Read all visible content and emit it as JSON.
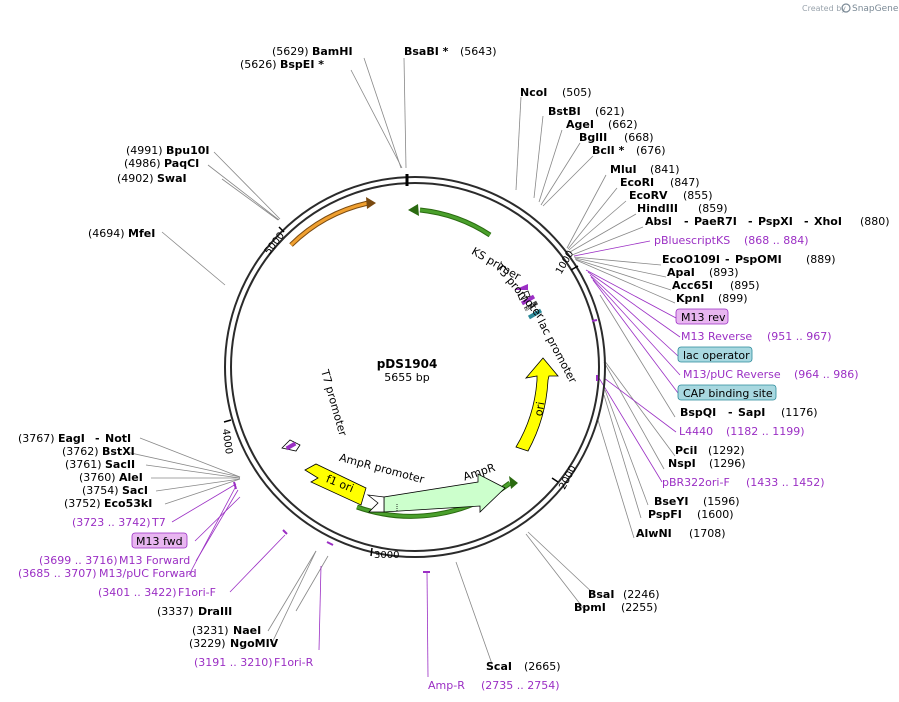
{
  "header": {
    "created_by": "Created by",
    "brand": "SnapGene"
  },
  "plasmid": {
    "name": "pDS1904",
    "size": "5655 bp"
  },
  "ticks": [
    "1000",
    "2000",
    "3000",
    "4000",
    "5000"
  ],
  "features": {
    "ks_primer": "KS primer",
    "t3_promoter": "T3 promoter",
    "lac_promoter": "lac promoter",
    "ori": "ori",
    "ampr": "AmpR",
    "ampr_promoter": "AmpR promoter",
    "f1_ori": "f1 ori",
    "t7_promoter": "T7 promoter",
    "mcs": "MCS"
  },
  "sites": {
    "s5629": {
      "pos": "(5629)",
      "name": "BamHI"
    },
    "s5626": {
      "pos": "(5626)",
      "name": "BspEI *"
    },
    "s5643": {
      "name": "BsaBI *",
      "pos": "(5643)"
    },
    "s505": {
      "name": "NcoI",
      "pos": "(505)"
    },
    "s621": {
      "name": "BstBI",
      "pos": "(621)"
    },
    "s662": {
      "name": "AgeI",
      "pos": "(662)"
    },
    "s668": {
      "name": "BglII",
      "pos": "(668)"
    },
    "s676": {
      "name": "BclI *",
      "pos": "(676)"
    },
    "s841": {
      "name": "MluI",
      "pos": "(841)"
    },
    "s847": {
      "name": "EcoRI",
      "pos": "(847)"
    },
    "s855": {
      "name": "EcoRV",
      "pos": "(855)"
    },
    "s859": {
      "name": "HindIII",
      "pos": "(859)"
    },
    "s880": {
      "name1": "AbsI",
      "name2": "PaeR7I",
      "name3": "PspXI",
      "name4": "XhoI",
      "pos": "(880)"
    },
    "s889": {
      "name1": "EcoO109I",
      "name2": "PspOMI",
      "pos": "(889)"
    },
    "s893": {
      "name": "ApaI",
      "pos": "(893)"
    },
    "s895": {
      "name": "Acc65I",
      "pos": "(895)"
    },
    "s899": {
      "name": "KpnI",
      "pos": "(899)"
    },
    "s1176": {
      "name1": "BspQI",
      "name2": "SapI",
      "pos": "(1176)"
    },
    "s1292": {
      "name": "PciI",
      "pos": "(1292)"
    },
    "s1296": {
      "name": "NspI",
      "pos": "(1296)"
    },
    "s1596": {
      "name": "BseYI",
      "pos": "(1596)"
    },
    "s1600": {
      "name": "PspFI",
      "pos": "(1600)"
    },
    "s1708": {
      "name": "AlwNI",
      "pos": "(1708)"
    },
    "s2246": {
      "name": "BsaI",
      "pos": "(2246)"
    },
    "s2255": {
      "name": "BpmI",
      "pos": "(2255)"
    },
    "s2665": {
      "name": "ScaI",
      "pos": "(2665)"
    },
    "s3337": {
      "pos": "(3337)",
      "name": "DraIII"
    },
    "s3231": {
      "pos": "(3231)",
      "name": "NaeI"
    },
    "s3229": {
      "pos": "(3229)",
      "name": "NgoMIV"
    },
    "s3767": {
      "pos": "(3767)",
      "name1": "EagI",
      "name2": "NotI"
    },
    "s3762": {
      "pos": "(3762)",
      "name": "BstXI"
    },
    "s3761": {
      "pos": "(3761)",
      "name": "SacII"
    },
    "s3760": {
      "pos": "(3760)",
      "name": "AleI"
    },
    "s3754": {
      "pos": "(3754)",
      "name": "SacI"
    },
    "s3752": {
      "pos": "(3752)",
      "name": "Eco53kI"
    },
    "s4694": {
      "pos": "(4694)",
      "name": "MfeI"
    },
    "s4902": {
      "pos": "(4902)",
      "name": "SwaI"
    },
    "s4986": {
      "pos": "(4986)",
      "name": "PaqCI"
    },
    "s4991": {
      "pos": "(4991)",
      "name": "Bpu10I"
    }
  },
  "primers": {
    "pbluescriptks": {
      "name": "pBluescriptKS",
      "range": "(868 .. 884)"
    },
    "m13rev": {
      "name": "M13 rev"
    },
    "m13reverse": {
      "name": "M13 Reverse",
      "range": "(951 .. 967)"
    },
    "lacop": {
      "name": "lac operator"
    },
    "m13pucrev": {
      "name": "M13/pUC Reverse",
      "range": "(964 .. 986)"
    },
    "cap": {
      "name": "CAP binding site"
    },
    "l4440": {
      "name": "L4440",
      "range": "(1182 .. 1199)"
    },
    "pbr322": {
      "name": "pBR322ori-F",
      "range": "(1433 .. 1452)"
    },
    "ampr": {
      "name": "Amp-R",
      "range": "(2735 .. 2754)"
    },
    "f1orir": {
      "range": "(3191 .. 3210)",
      "name": "F1ori-R"
    },
    "f1orif": {
      "range": "(3401 .. 3422)",
      "name": "F1ori-F"
    },
    "m13pucfwd": {
      "range": "(3685 .. 3707)",
      "name": "M13/pUC Forward"
    },
    "m13forward": {
      "range": "(3699 .. 3716)",
      "name": "M13 Forward"
    },
    "m13fwd": {
      "name": "M13 fwd"
    },
    "t7": {
      "range": "(3723 .. 3742)",
      "name": "T7"
    }
  },
  "colors": {
    "backbone": "#2b2b2b",
    "primer": "#9b2fc4",
    "ori_yellow": "#ffff00",
    "ampr_green": "#ccffcc",
    "orange_arrow": "#f0a030",
    "green_arrow": "#4aa02c",
    "label_box_purple": "#e8b6f0",
    "label_box_teal": "#a8d8e0",
    "leader_gray": "#888888"
  }
}
